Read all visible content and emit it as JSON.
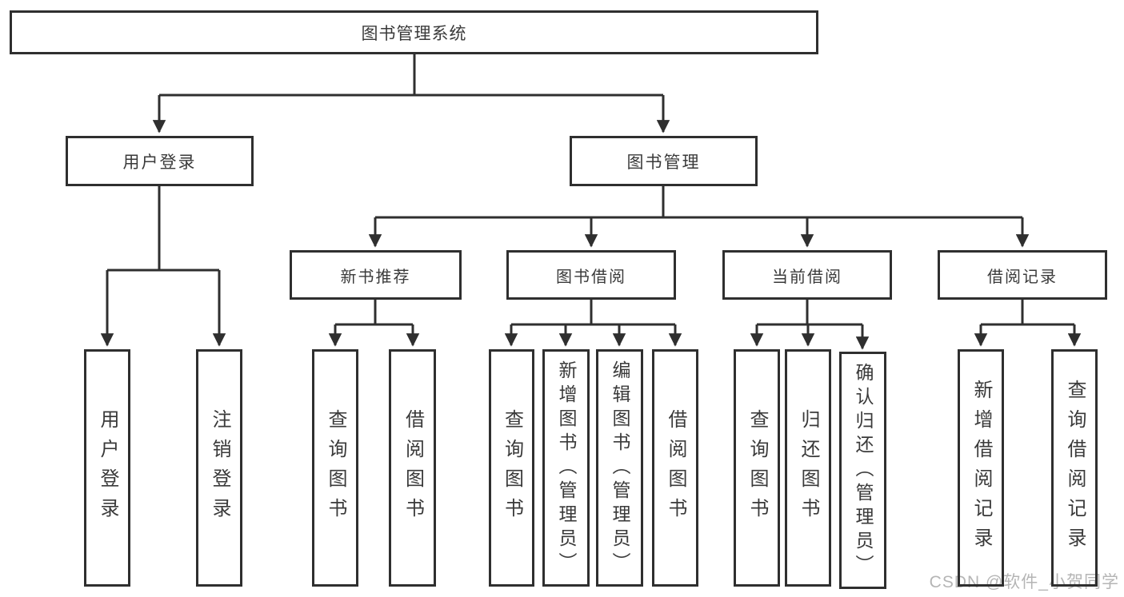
{
  "diagram_type": "hierarchy-tree",
  "colors": {
    "line": "#2f2f2f",
    "box_border": "#2f2f2f",
    "box_fill": "#ffffff",
    "text": "#3a3a3a",
    "watermark": "#b5b5b5",
    "background": "#ffffff"
  },
  "tree": {
    "root": {
      "label": "图书管理系统",
      "children": [
        {
          "label": "用户登录",
          "children": [
            {
              "label": "用户登录"
            },
            {
              "label": "注销登录"
            }
          ]
        },
        {
          "label": "图书管理",
          "children": [
            {
              "label": "新书推荐",
              "children": [
                {
                  "label": "查询图书"
                },
                {
                  "label": "借阅图书"
                }
              ]
            },
            {
              "label": "图书借阅",
              "children": [
                {
                  "label": "查询图书"
                },
                {
                  "label": "新增图书（管理员）"
                },
                {
                  "label": "编辑图书（管理员）"
                },
                {
                  "label": "借阅图书"
                }
              ]
            },
            {
              "label": "当前借阅",
              "children": [
                {
                  "label": "查询图书"
                },
                {
                  "label": "归还图书"
                },
                {
                  "label": "确认归还（管理员）"
                }
              ]
            },
            {
              "label": "借阅记录",
              "children": [
                {
                  "label": "新增借阅记录"
                },
                {
                  "label": "查询借阅记录"
                }
              ]
            }
          ]
        }
      ]
    }
  },
  "watermark": {
    "text": "CSDN @软件_小贺同学"
  }
}
